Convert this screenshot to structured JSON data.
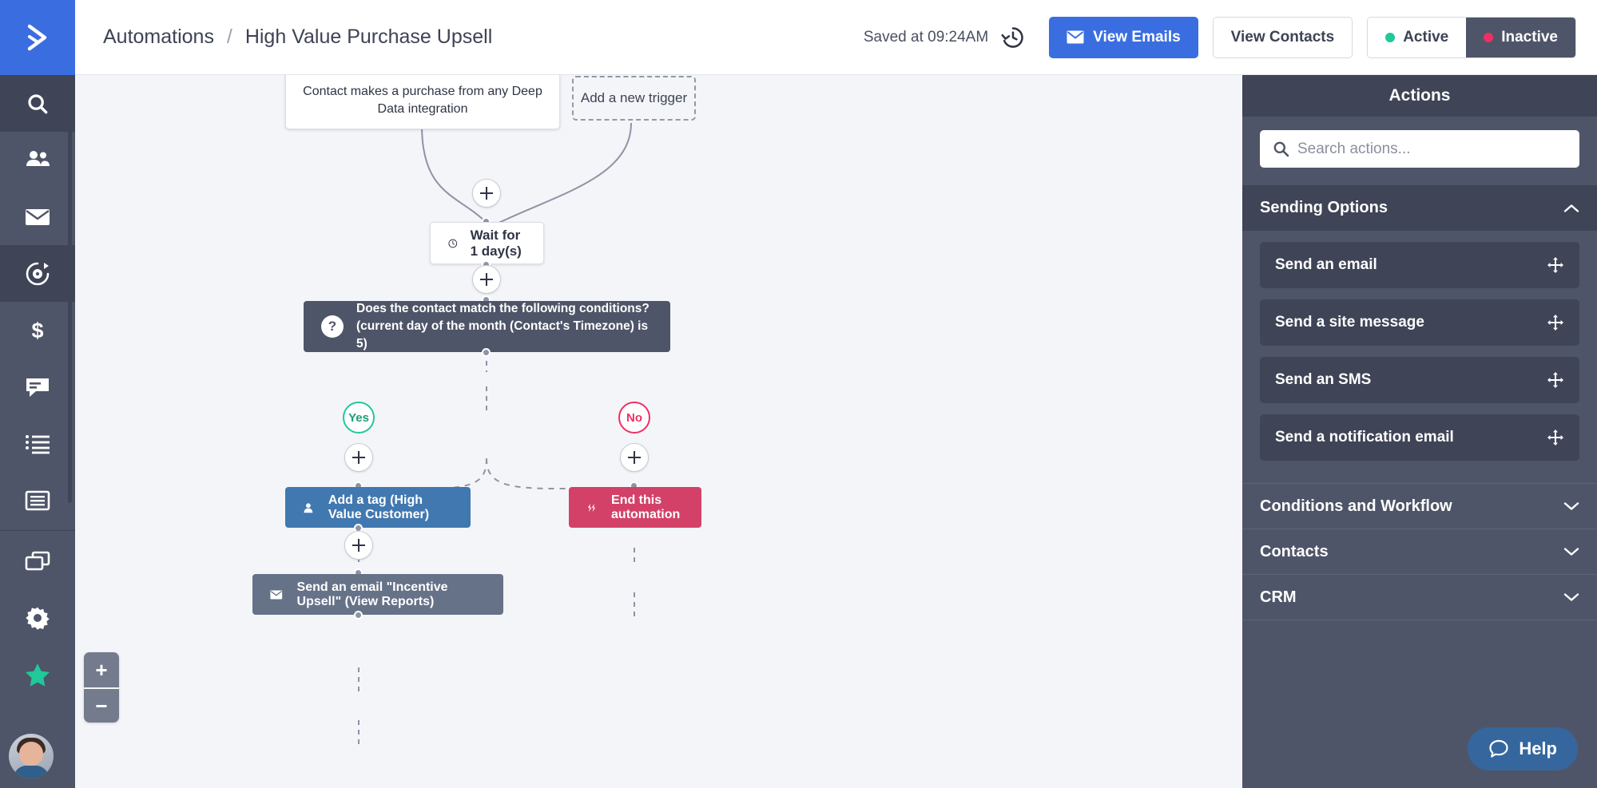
{
  "app": {
    "logo_icon": "activecampaign-chevron-logo",
    "brand_color": "#3a6ee0"
  },
  "rail": {
    "items": [
      {
        "icon": "search-icon",
        "name": "search",
        "active": true
      },
      {
        "icon": "contacts-icon",
        "name": "contacts",
        "active": false
      },
      {
        "icon": "envelope-icon",
        "name": "campaigns",
        "active": false
      },
      {
        "icon": "automations-gear-icon",
        "name": "automations",
        "active": true
      },
      {
        "icon": "dollar-icon",
        "name": "deals",
        "active": false
      },
      {
        "icon": "chat-icon",
        "name": "conversations",
        "active": false
      },
      {
        "icon": "list-icon",
        "name": "lists",
        "active": false
      },
      {
        "icon": "forms-icon",
        "name": "forms",
        "active": false
      },
      {
        "icon": "pages-icon",
        "name": "pages",
        "active": false
      },
      {
        "icon": "gear-icon",
        "name": "settings",
        "active": false
      },
      {
        "icon": "star-icon",
        "name": "favorites",
        "active": false
      }
    ],
    "avatar": "user-avatar"
  },
  "header": {
    "breadcrumb_parent": "Automations",
    "breadcrumb_separator": "/",
    "breadcrumb_current": "High Value Purchase Upsell",
    "saved_status": "Saved at 09:24AM",
    "history_icon": "history-clock-icon",
    "view_emails_label": "View Emails",
    "view_emails_icon": "envelope-icon",
    "view_contacts_label": "View Contacts",
    "status_active_label": "Active",
    "status_inactive_label": "Inactive",
    "status_selected": "Inactive",
    "active_dot_color": "#1fc999",
    "inactive_dot_color": "#ef2f63",
    "primary_button_color": "#3a6ee0"
  },
  "canvas": {
    "zoom_in_label": "+",
    "zoom_out_label": "−",
    "nodes": {
      "trigger": {
        "label": "Contact makes a purchase from any Deep Data integration",
        "type": "trigger"
      },
      "add_trigger": {
        "label": "Add a new trigger",
        "type": "add-trigger-placeholder"
      },
      "wait": {
        "label": "Wait for 1 day(s)",
        "icon": "clock-icon",
        "type": "wait"
      },
      "condition": {
        "label": "Does the contact match the following conditions? (current day of the month (Contact's Timezone) is 5)",
        "icon": "question-mark-icon",
        "type": "condition",
        "color": "#4f5568"
      },
      "branch_yes": {
        "label": "Yes",
        "color": "#1fc999"
      },
      "branch_no": {
        "label": "No",
        "color": "#ef2f63"
      },
      "add_tag": {
        "label": "Add a tag (High Value Customer)",
        "icon": "person-icon",
        "color": "#4178b0"
      },
      "end_automation": {
        "label": "End this automation",
        "icon": "end-automation-icon",
        "color": "#d34168"
      },
      "send_email": {
        "label": "Send an email \"Incentive Upsell\" (View Reports)",
        "icon": "envelope-icon",
        "color": "#667287"
      }
    },
    "add_step_label": "+"
  },
  "panel": {
    "title": "Actions",
    "search_placeholder": "Search actions...",
    "search_value": "",
    "search_icon": "search-icon",
    "groups": [
      {
        "label": "Sending Options",
        "expanded": true,
        "chevron": "chevron-up-icon",
        "items": [
          {
            "label": "Send an email",
            "handle": "drag-handle-icon"
          },
          {
            "label": "Send a site message",
            "handle": "drag-handle-icon"
          },
          {
            "label": "Send an SMS",
            "handle": "drag-handle-icon"
          },
          {
            "label": "Send a notification email",
            "handle": "drag-handle-icon"
          }
        ]
      },
      {
        "label": "Conditions and Workflow",
        "expanded": false,
        "chevron": "chevron-down-icon",
        "items": []
      },
      {
        "label": "Contacts",
        "expanded": false,
        "chevron": "chevron-down-icon",
        "items": []
      },
      {
        "label": "CRM",
        "expanded": false,
        "chevron": "chevron-down-icon",
        "items": []
      }
    ]
  },
  "help": {
    "label": "Help",
    "icon": "chat-bubble-icon",
    "color": "#35679e"
  }
}
